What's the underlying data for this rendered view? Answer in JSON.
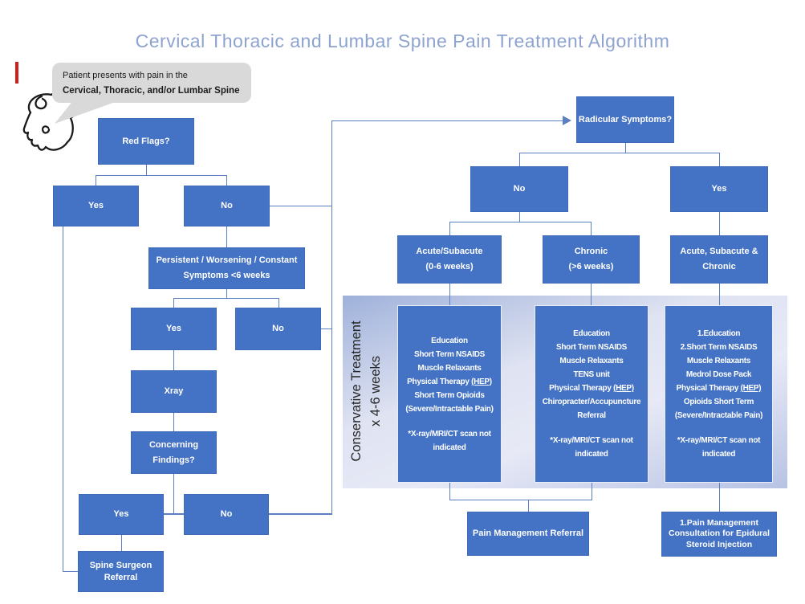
{
  "title": "Cervical Thoracic and Lumbar Spine Pain Treatment Algorithm",
  "bubble": {
    "line1": "Patient presents with pain in the",
    "line2": "Cervical, Thoracic, and/or Lumbar Spine"
  },
  "panel": {
    "label_line1": "Conservative Treatment",
    "label_line2": "x 4-6 weeks"
  },
  "nodes": {
    "red_flags": "Red Flags?",
    "yes1": "Yes",
    "no1": "No",
    "persistent1": "Persistent / Worsening / Constant",
    "persistent2": "Symptoms <6 weeks",
    "yes2": "Yes",
    "no2": "No",
    "xray": "Xray",
    "concerning1": "Concerning",
    "concerning2": "Findings?",
    "yes3": "Yes",
    "no3": "No",
    "spine1": "Spine Surgeon",
    "spine2": "Referral",
    "radicular": "Radicular Symptoms?",
    "no_r": "No",
    "yes_r": "Yes",
    "acute1": "Acute/Subacute",
    "acute2": "(0-6 weeks)",
    "chronic1": "Chronic",
    "chronic2": "(>6 weeks)",
    "asc1": "Acute, Subacute &",
    "asc2": "Chronic",
    "pain_mgmt": "Pain Management Referral",
    "pain_epidural": "1.Pain Management Consultation for Epidural Steroid Injection"
  },
  "treatments": {
    "box1": {
      "l1": "Education",
      "l2": "Short Term NSAIDS",
      "l3": "Muscle Relaxants",
      "pt": "Physical Therapy",
      "hep": "(HEP)",
      "l5a": "Short Term Opioids",
      "l5b": "(Severe/Intractable Pain)",
      "note1": "*X-ray/MRI/CT scan not",
      "note2": "indicated"
    },
    "box2": {
      "l1": "Education",
      "l2": "Short Term NSAIDS",
      "l3": "Muscle Relaxants",
      "l4": "TENS unit",
      "pt": "Physical Therapy",
      "hep": "(HEP)",
      "l6a": "Chiropracter/Accupuncture",
      "l6b": "Referral",
      "note1": "*X-ray/MRI/CT scan not",
      "note2": "indicated"
    },
    "box3": {
      "l1": "1.Education",
      "l2": "2.Short Term NSAIDS",
      "l3": "Muscle Relaxants",
      "l4": "Medrol Dose Pack",
      "pt": "Physical Therapy",
      "hep": "(HEP)",
      "l6a": "Opioids Short Term",
      "l6b": "(Severe/Intractable Pain)",
      "note1": "*X-ray/MRI/CT scan not",
      "note2": "indicated"
    }
  },
  "colors": {
    "box_blue": "#4472c4",
    "line_blue": "#5b80c2",
    "title": "#8ea3cf",
    "bubble_gray": "#d9d9d9",
    "red_accent": "#cf2020",
    "panel_light": "#dfe3f2"
  }
}
